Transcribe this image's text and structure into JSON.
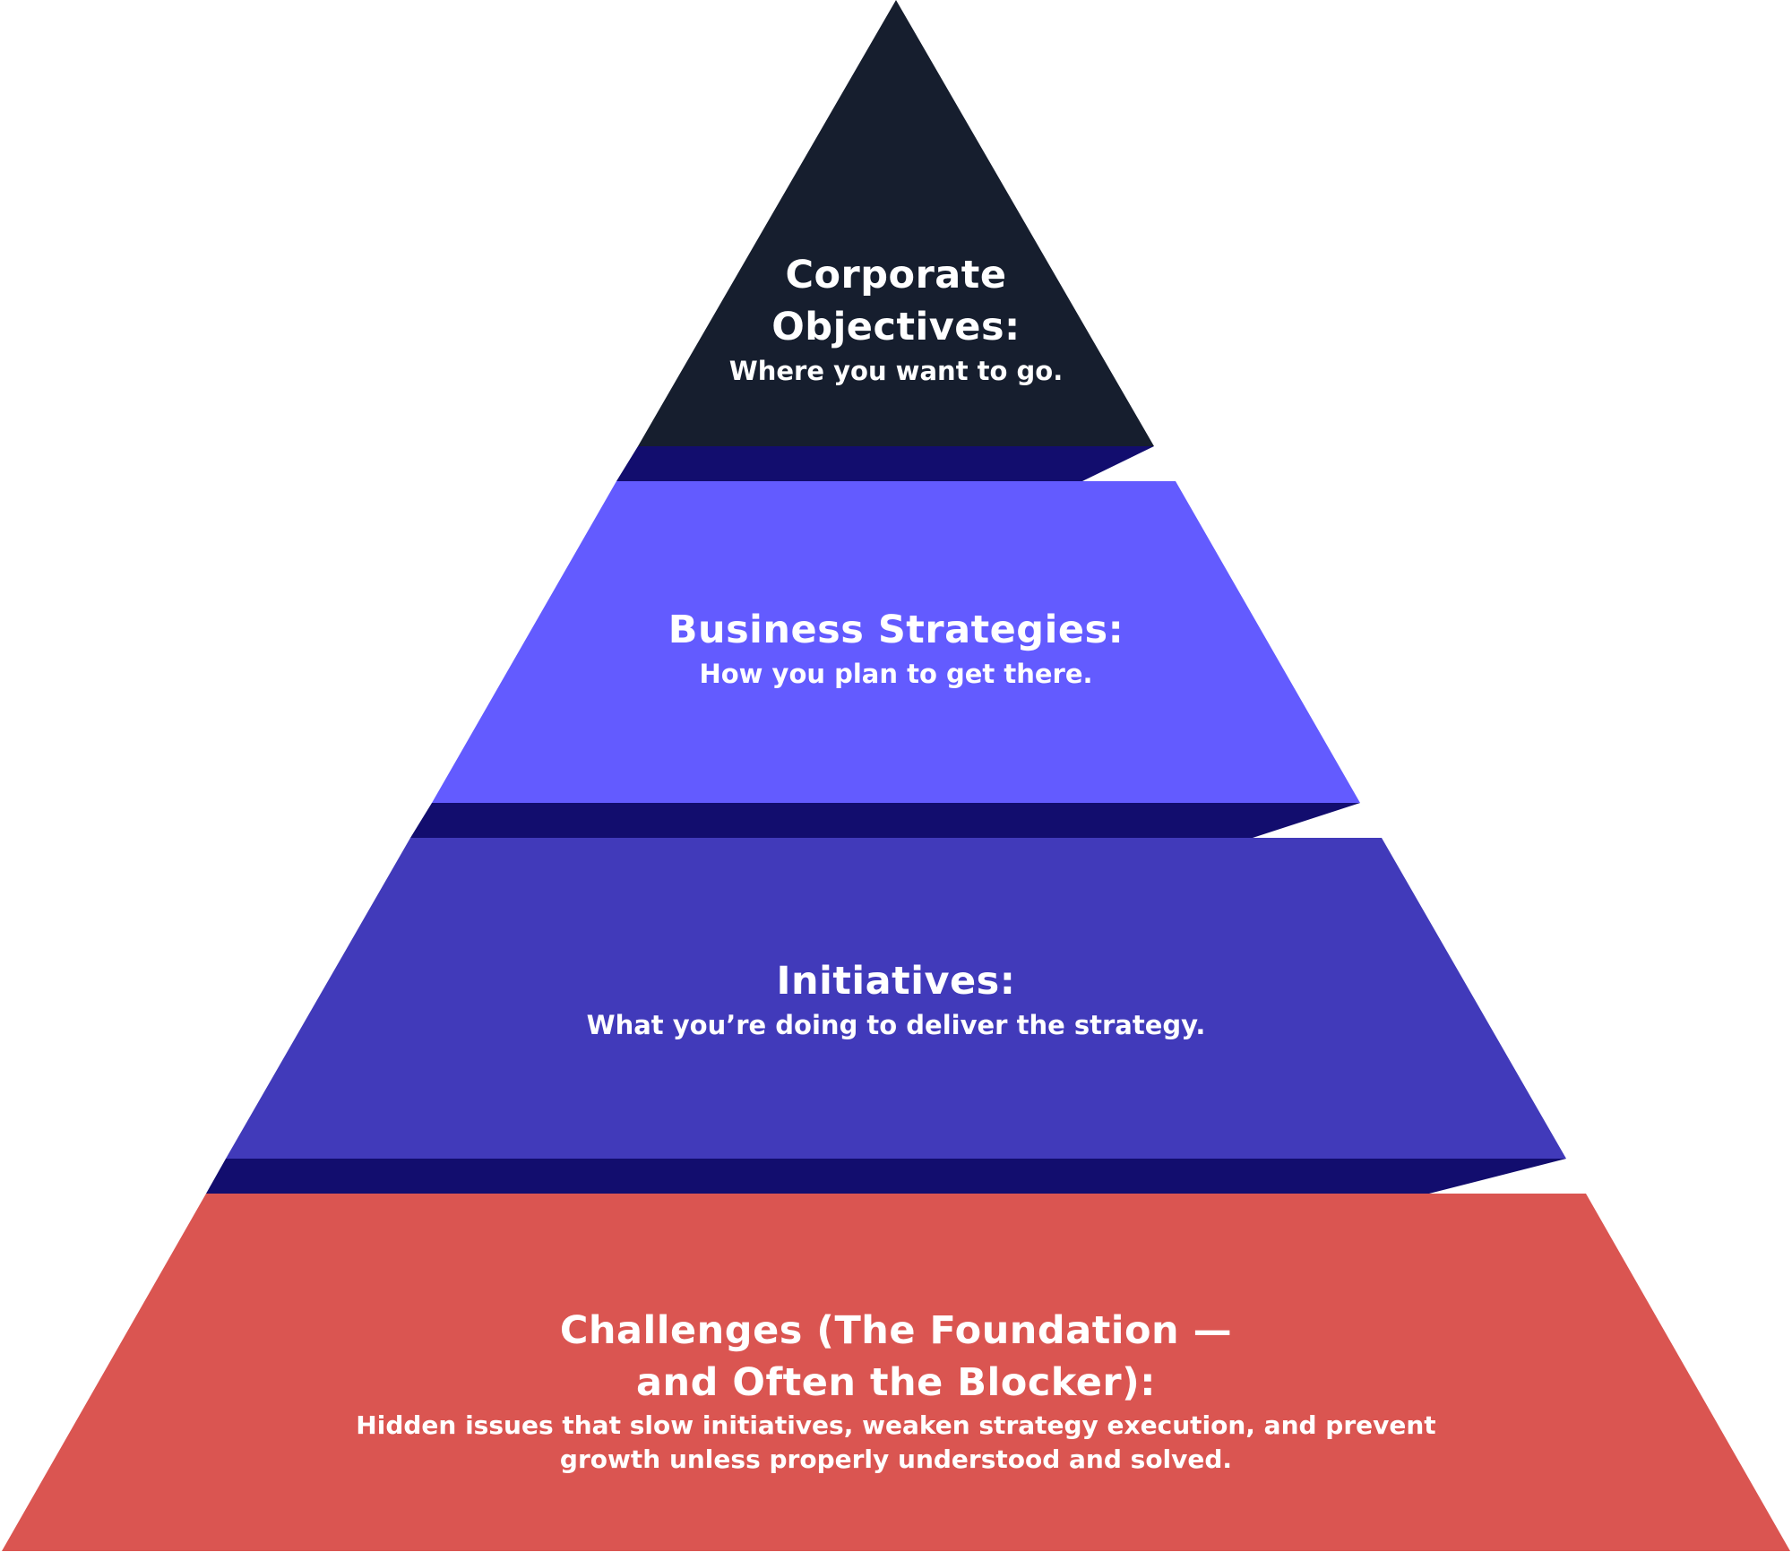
{
  "tiers": [
    {
      "id": "objectives",
      "title_lines": [
        "Corporate",
        "Objectives:"
      ],
      "subtitle_lines": [
        "Where you want to go."
      ],
      "color": "#161E2E"
    },
    {
      "id": "strategies",
      "title_lines": [
        "Business Strategies:"
      ],
      "subtitle_lines": [
        "How you plan to get there."
      ],
      "color": "#635BFF"
    },
    {
      "id": "initiatives",
      "title_lines": [
        "Initiatives:"
      ],
      "subtitle_lines": [
        "What you’re doing to deliver the strategy."
      ],
      "color": "#413ABA"
    },
    {
      "id": "challenges",
      "title_lines": [
        "Challenges (The Foundation —",
        "and Often the Blocker):"
      ],
      "subtitle_lines": [
        "Hidden issues that slow initiatives, weaken strategy execution, and prevent",
        "growth unless properly understood and solved."
      ],
      "color": "#DA5551"
    }
  ],
  "connector_color": "#120D6E",
  "background_color": "#FFFFFF"
}
